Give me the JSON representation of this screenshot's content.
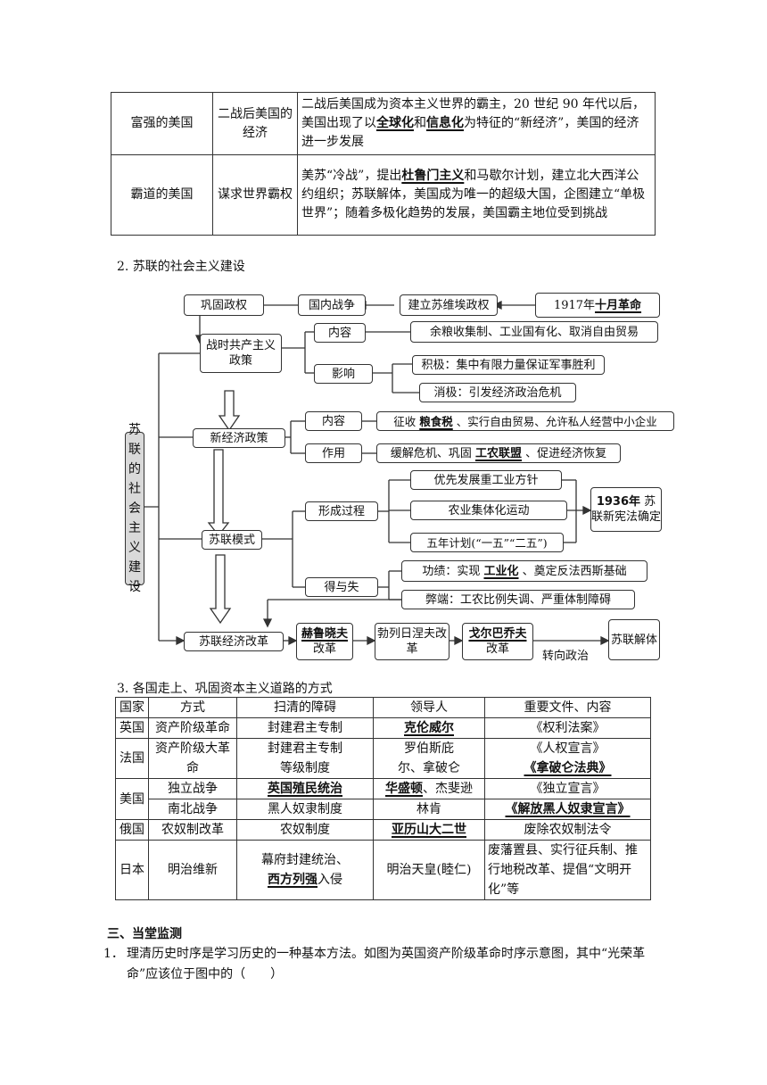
{
  "table1": {
    "rows": [
      {
        "c1": "富强的美国",
        "c2": "二战后美国的经济",
        "c3_parts": [
          "二战后美国成为资本主义世界的霸主，20 世纪 90 年代以后，美国出现了以",
          "全球化",
          "和",
          "信息化",
          "为特征的“新经济”，美国的经济进一步发展"
        ]
      },
      {
        "c1": "霸道的美国",
        "c2": "谋求世界霸权",
        "c3_parts": [
          "美苏“冷战”，提出",
          "杜鲁门主义",
          "和马歇尔计划，建立北大西洋公约组织；苏联解体，美国成为唯一的超级大国，企图建立“单极世界”；随着多极化趋势的发展，美国霸主地位受到挑战"
        ]
      }
    ]
  },
  "section2_title": "2. 苏联的社会主义建设",
  "diagram": {
    "side": "苏联的社会主义建设",
    "gonggu": "巩固政权",
    "neizhan": "国内战争",
    "jianli": "建立苏维埃政权",
    "rev_prefix": "1917年",
    "rev_key": "十月革命",
    "zhanshi": "战时共产主义政策",
    "neirong": "内容",
    "neirong_text": "余粮收集制、工业国有化、取消自由贸易",
    "yingxiang": "影响",
    "jiji": "积极：集中有限力量保证军事胜利",
    "xiaoji": "消极：引发经济政治危机",
    "xinjingji": "新经济政策",
    "neirong2": "内容",
    "nep_content_a": "征收",
    "nep_content_key": "粮食税",
    "nep_content_b": "、实行自由贸易、允许私人经营中小企业",
    "zuoyong": "作用",
    "nep_effect_a": "缓解危机、巩固",
    "nep_effect_key": "工农联盟",
    "nep_effect_b": "、促进经济恢复",
    "sulian_moshi": "苏联模式",
    "xingcheng": "形成过程",
    "step1": "优先发展重工业方针",
    "step2": "农业集体化运动",
    "step3": "五年计划(“一五”“二五”)",
    "xianfa_key": "1936年",
    "xianfa_text": "苏联新宪法确定",
    "deshi": "得与失",
    "gongji_a": "功绩：实现",
    "gongji_key": "工业化",
    "gongji_b": "、奠定反法西斯基础",
    "biduan": "弊端：工农比例失调、严重体制障碍",
    "gaige": "苏联经济改革",
    "he_key": "赫鲁晓夫",
    "he_text": "改革",
    "bo": "勃列日涅夫改革",
    "ge_key": "戈尔巴乔夫",
    "ge_text": "改革",
    "zhuanxiang": "转向政治",
    "jieti": "苏联解体"
  },
  "section3_title": "3. 各国走上、巩固资本主义道路的方式",
  "table3": {
    "headers": [
      "国家",
      "方式",
      "扫清的障碍",
      "领导人",
      "重要文件、内容"
    ],
    "england": {
      "country": "英国",
      "way": "资产阶级革命",
      "obstacle": "封建君主专制",
      "leader": "克伦威尔",
      "doc": "《权利法案》"
    },
    "france": {
      "country": "法国",
      "way": "资产阶级大革命",
      "obstacle": "封建君主专制等级制度",
      "leader": "罗伯斯庇尔、拿破仑",
      "doc1": "《人权宣言》",
      "doc2": "《拿破仑法典》"
    },
    "usa": {
      "country": "美国",
      "way1": "独立战争",
      "obstacle1": "英国殖民统治",
      "leader1_key": "华盛顿",
      "leader1_rest": "、杰斐逊",
      "doc1": "《独立宣言》",
      "way2": "南北战争",
      "obstacle2": "黑人奴隶制度",
      "leader2": "林肯",
      "doc2": "《解放黑人奴隶宣言》"
    },
    "russia": {
      "country": "俄国",
      "way": "农奴制改革",
      "obstacle": "农奴制度",
      "leader": "亚历山大二世",
      "doc": "废除农奴制法令"
    },
    "japan": {
      "country": "日本",
      "way": "明治维新",
      "obstacle_a": "幕府封建统治、",
      "obstacle_key": "西方列强",
      "obstacle_b": "入侵",
      "leader": "明治天皇(睦仁)",
      "doc": "废藩置县、实行征兵制、推行地税改革、提倡“文明开化”等"
    }
  },
  "section_san": "三、当堂监测",
  "q1_num": "1．",
  "q1_text": "理清历史时序是学习历史的一种基本方法。如图为英国资产阶级革命时序示意图，其中“光荣革命”应该位于图中的（　　）"
}
